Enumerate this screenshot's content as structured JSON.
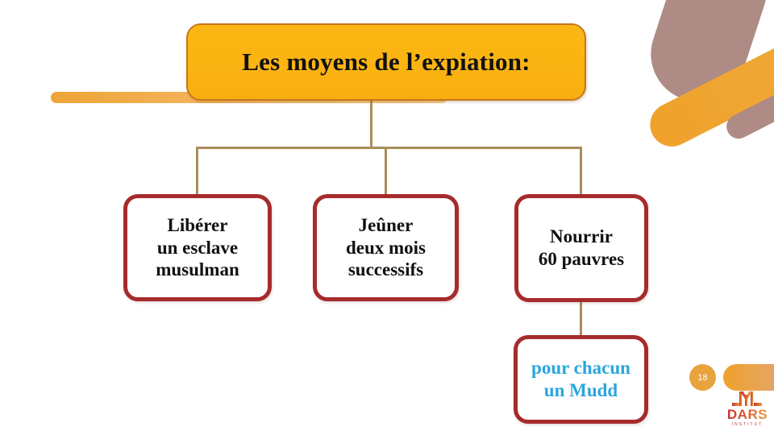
{
  "slide": {
    "title": "Les moyens de l’expiation:",
    "number": "18"
  },
  "nodes": [
    {
      "id": "liberer",
      "lines": "Libérer\nun esclave\nmusulman",
      "text_color": "#111111"
    },
    {
      "id": "jeuner",
      "lines": "Jeûner\ndeux mois\nsuccessifs",
      "text_color": "#111111"
    },
    {
      "id": "nourrir",
      "lines": "Nourrir\n60 pauvres",
      "text_color": "#111111"
    },
    {
      "id": "mudd",
      "lines": "pour chacun\nun Mudd",
      "text_color": "#2BA6DE"
    }
  ],
  "branding": {
    "logo_word": "DARS",
    "logo_sub": "INSTITUT"
  },
  "colors": {
    "title_fill": "#FBB412",
    "title_border": "#C9761B",
    "node_border": "#A62B2B",
    "connector": "#A98D5B",
    "accent_blue": "#2BA6DE",
    "deco_orange": "#EFA12B",
    "deco_mauve": "#AF8B85",
    "slide_number_bg": "#E8A33D"
  }
}
